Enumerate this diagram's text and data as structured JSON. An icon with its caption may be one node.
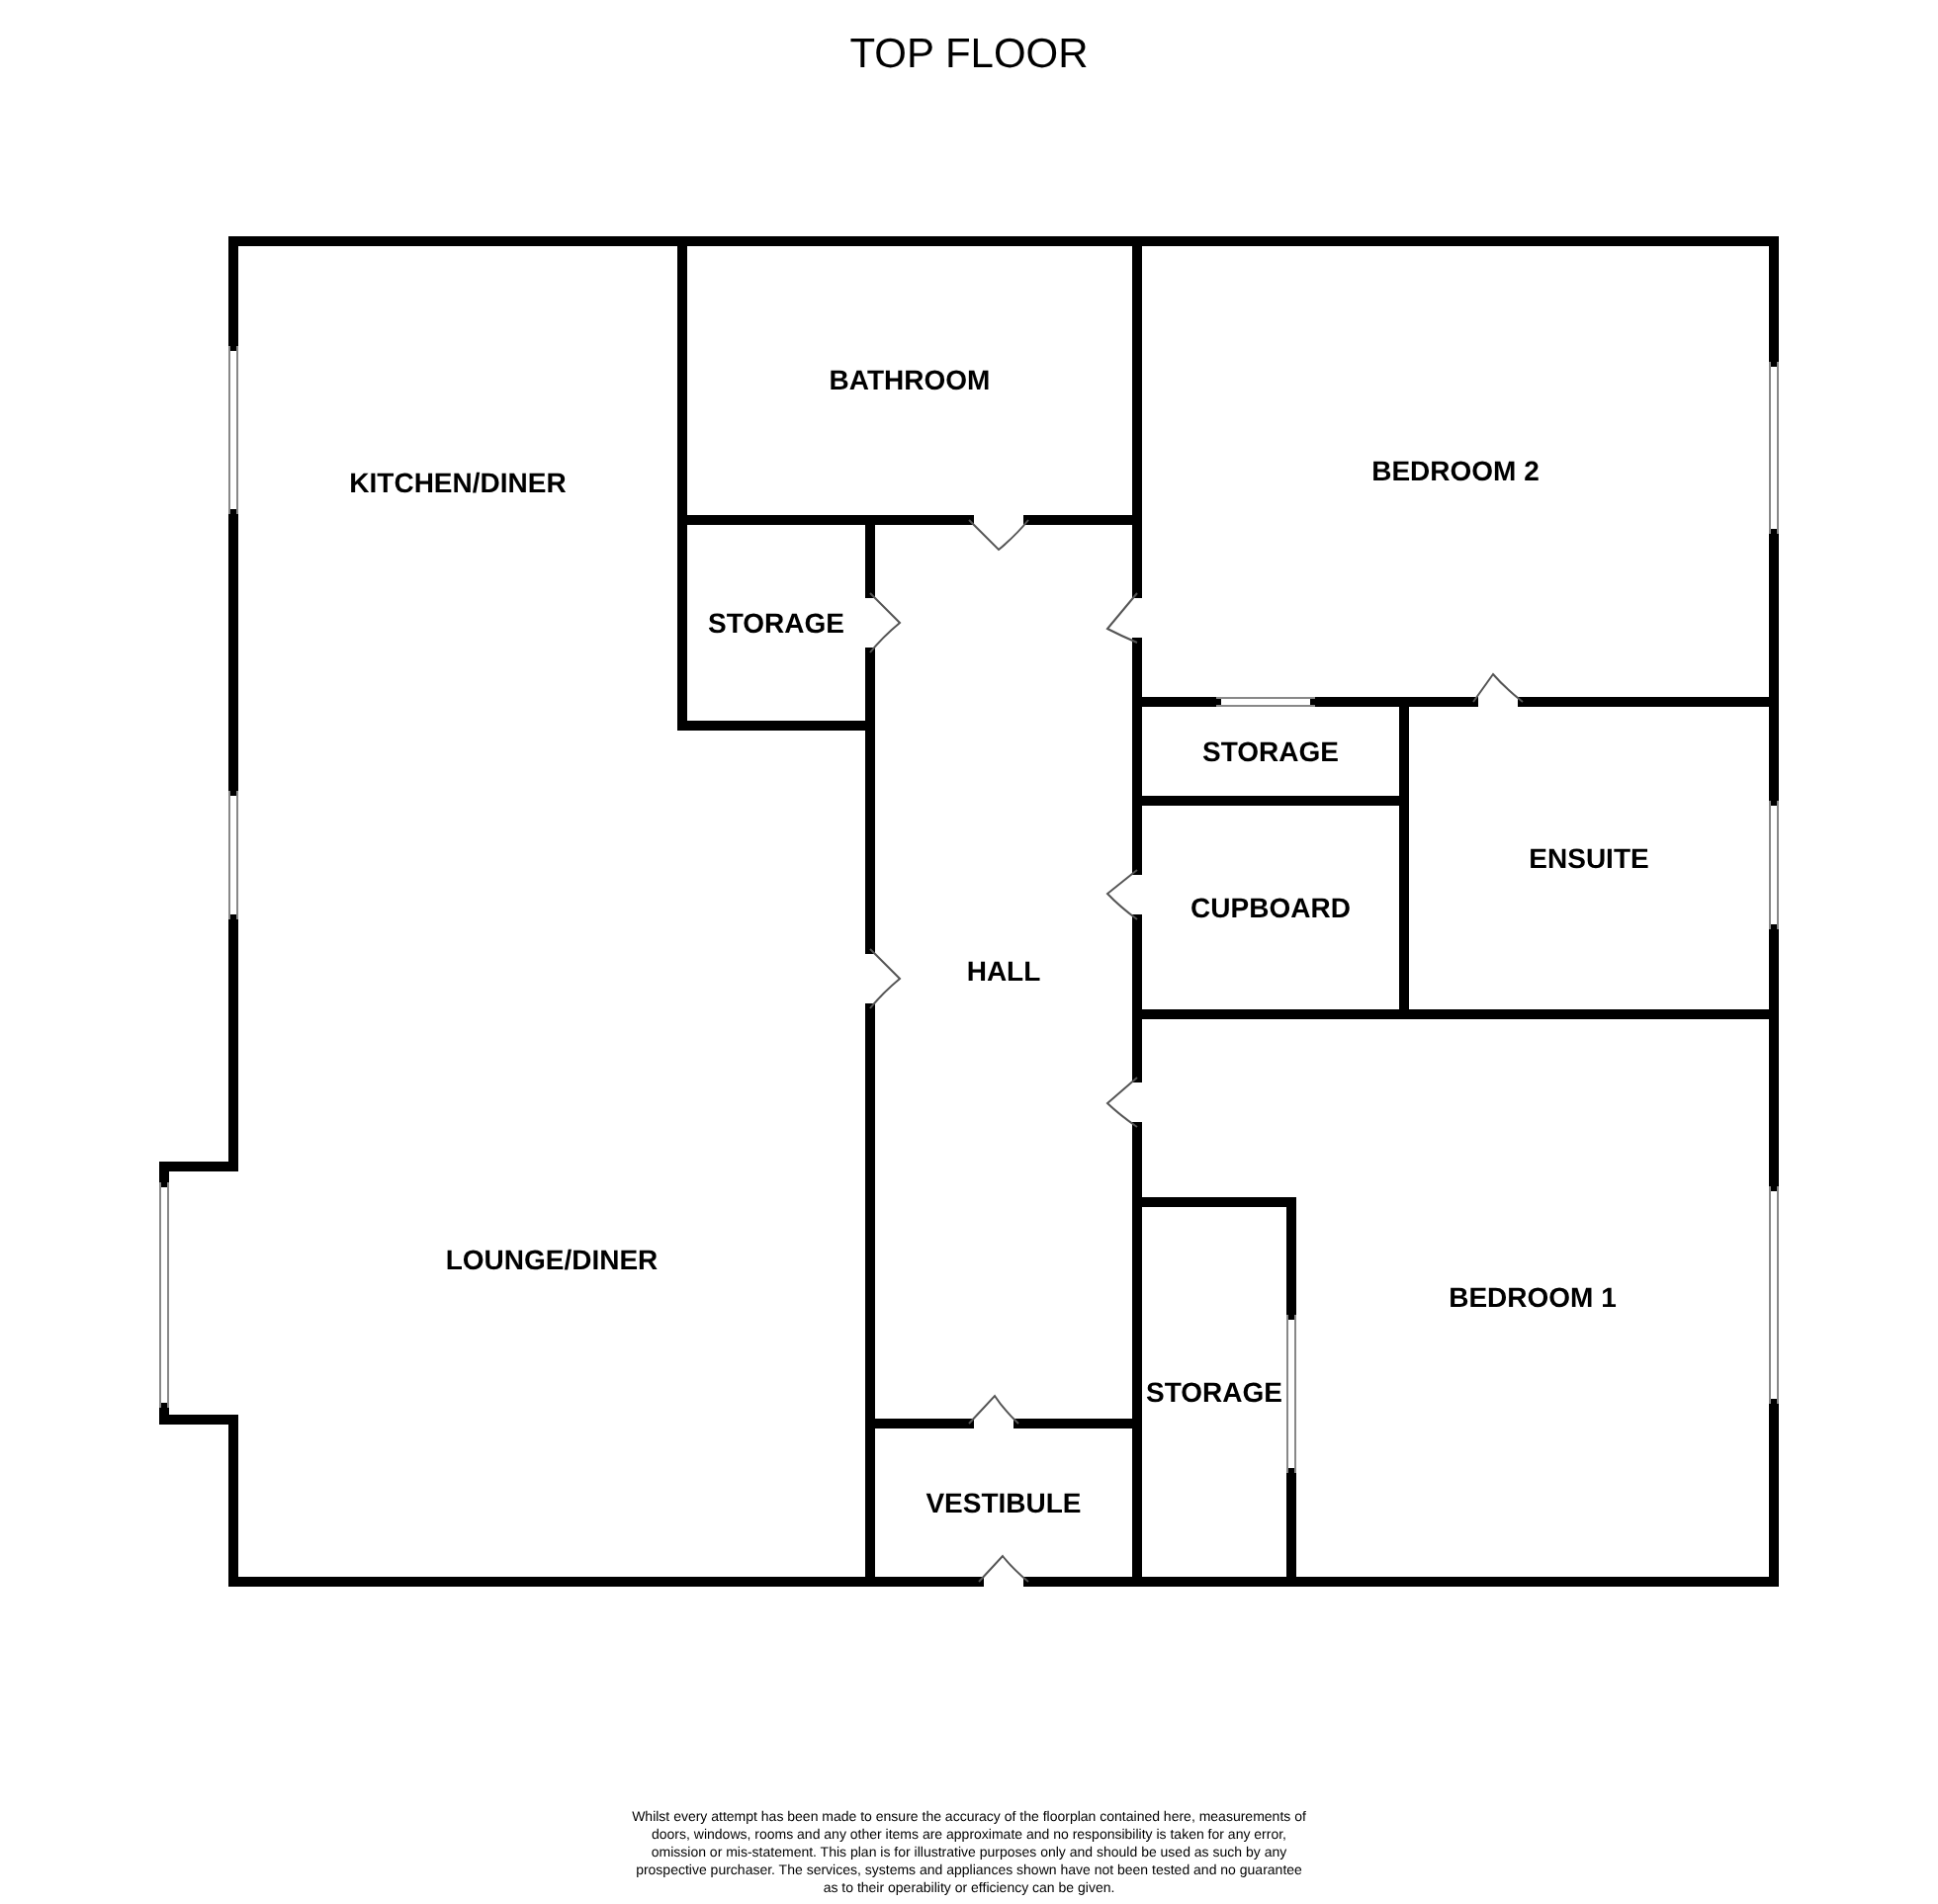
{
  "diagram": {
    "title": "TOP FLOOR",
    "nodes": [
      {
        "text": [
          "KITCHEN/DINER"
        ]
      },
      {
        "text": [
          "BATHROOM"
        ]
      },
      {
        "text": [
          "BEDROOM 2"
        ]
      },
      {
        "text": [
          "STORAGE"
        ]
      },
      {
        "text": [
          "STORAGE"
        ]
      },
      {
        "text": [
          "ENSUITE"
        ]
      },
      {
        "text": [
          "CUPBOARD"
        ]
      },
      {
        "text": [
          "HALL"
        ]
      },
      {
        "text": [
          "LOUNGE/DINER"
        ]
      },
      {
        "text": [
          "BEDROOM 1"
        ]
      },
      {
        "text": [
          "STORAGE"
        ]
      },
      {
        "text": [
          "VESTIBULE"
        ]
      }
    ],
    "labels": [
      "Whilst every attempt has been made to ensure the accuracy of the floorplan contained here, measurements of doors, windows, rooms and any other items are approximate and no responsibility is taken for any error, omission or mis-statement. This plan is for illustrative purposes only and should be used as such by any prospective purchaser. The services, systems and appliances shown have not been tested and no guarantee as to their operability or efficiency can be given."
    ]
  }
}
